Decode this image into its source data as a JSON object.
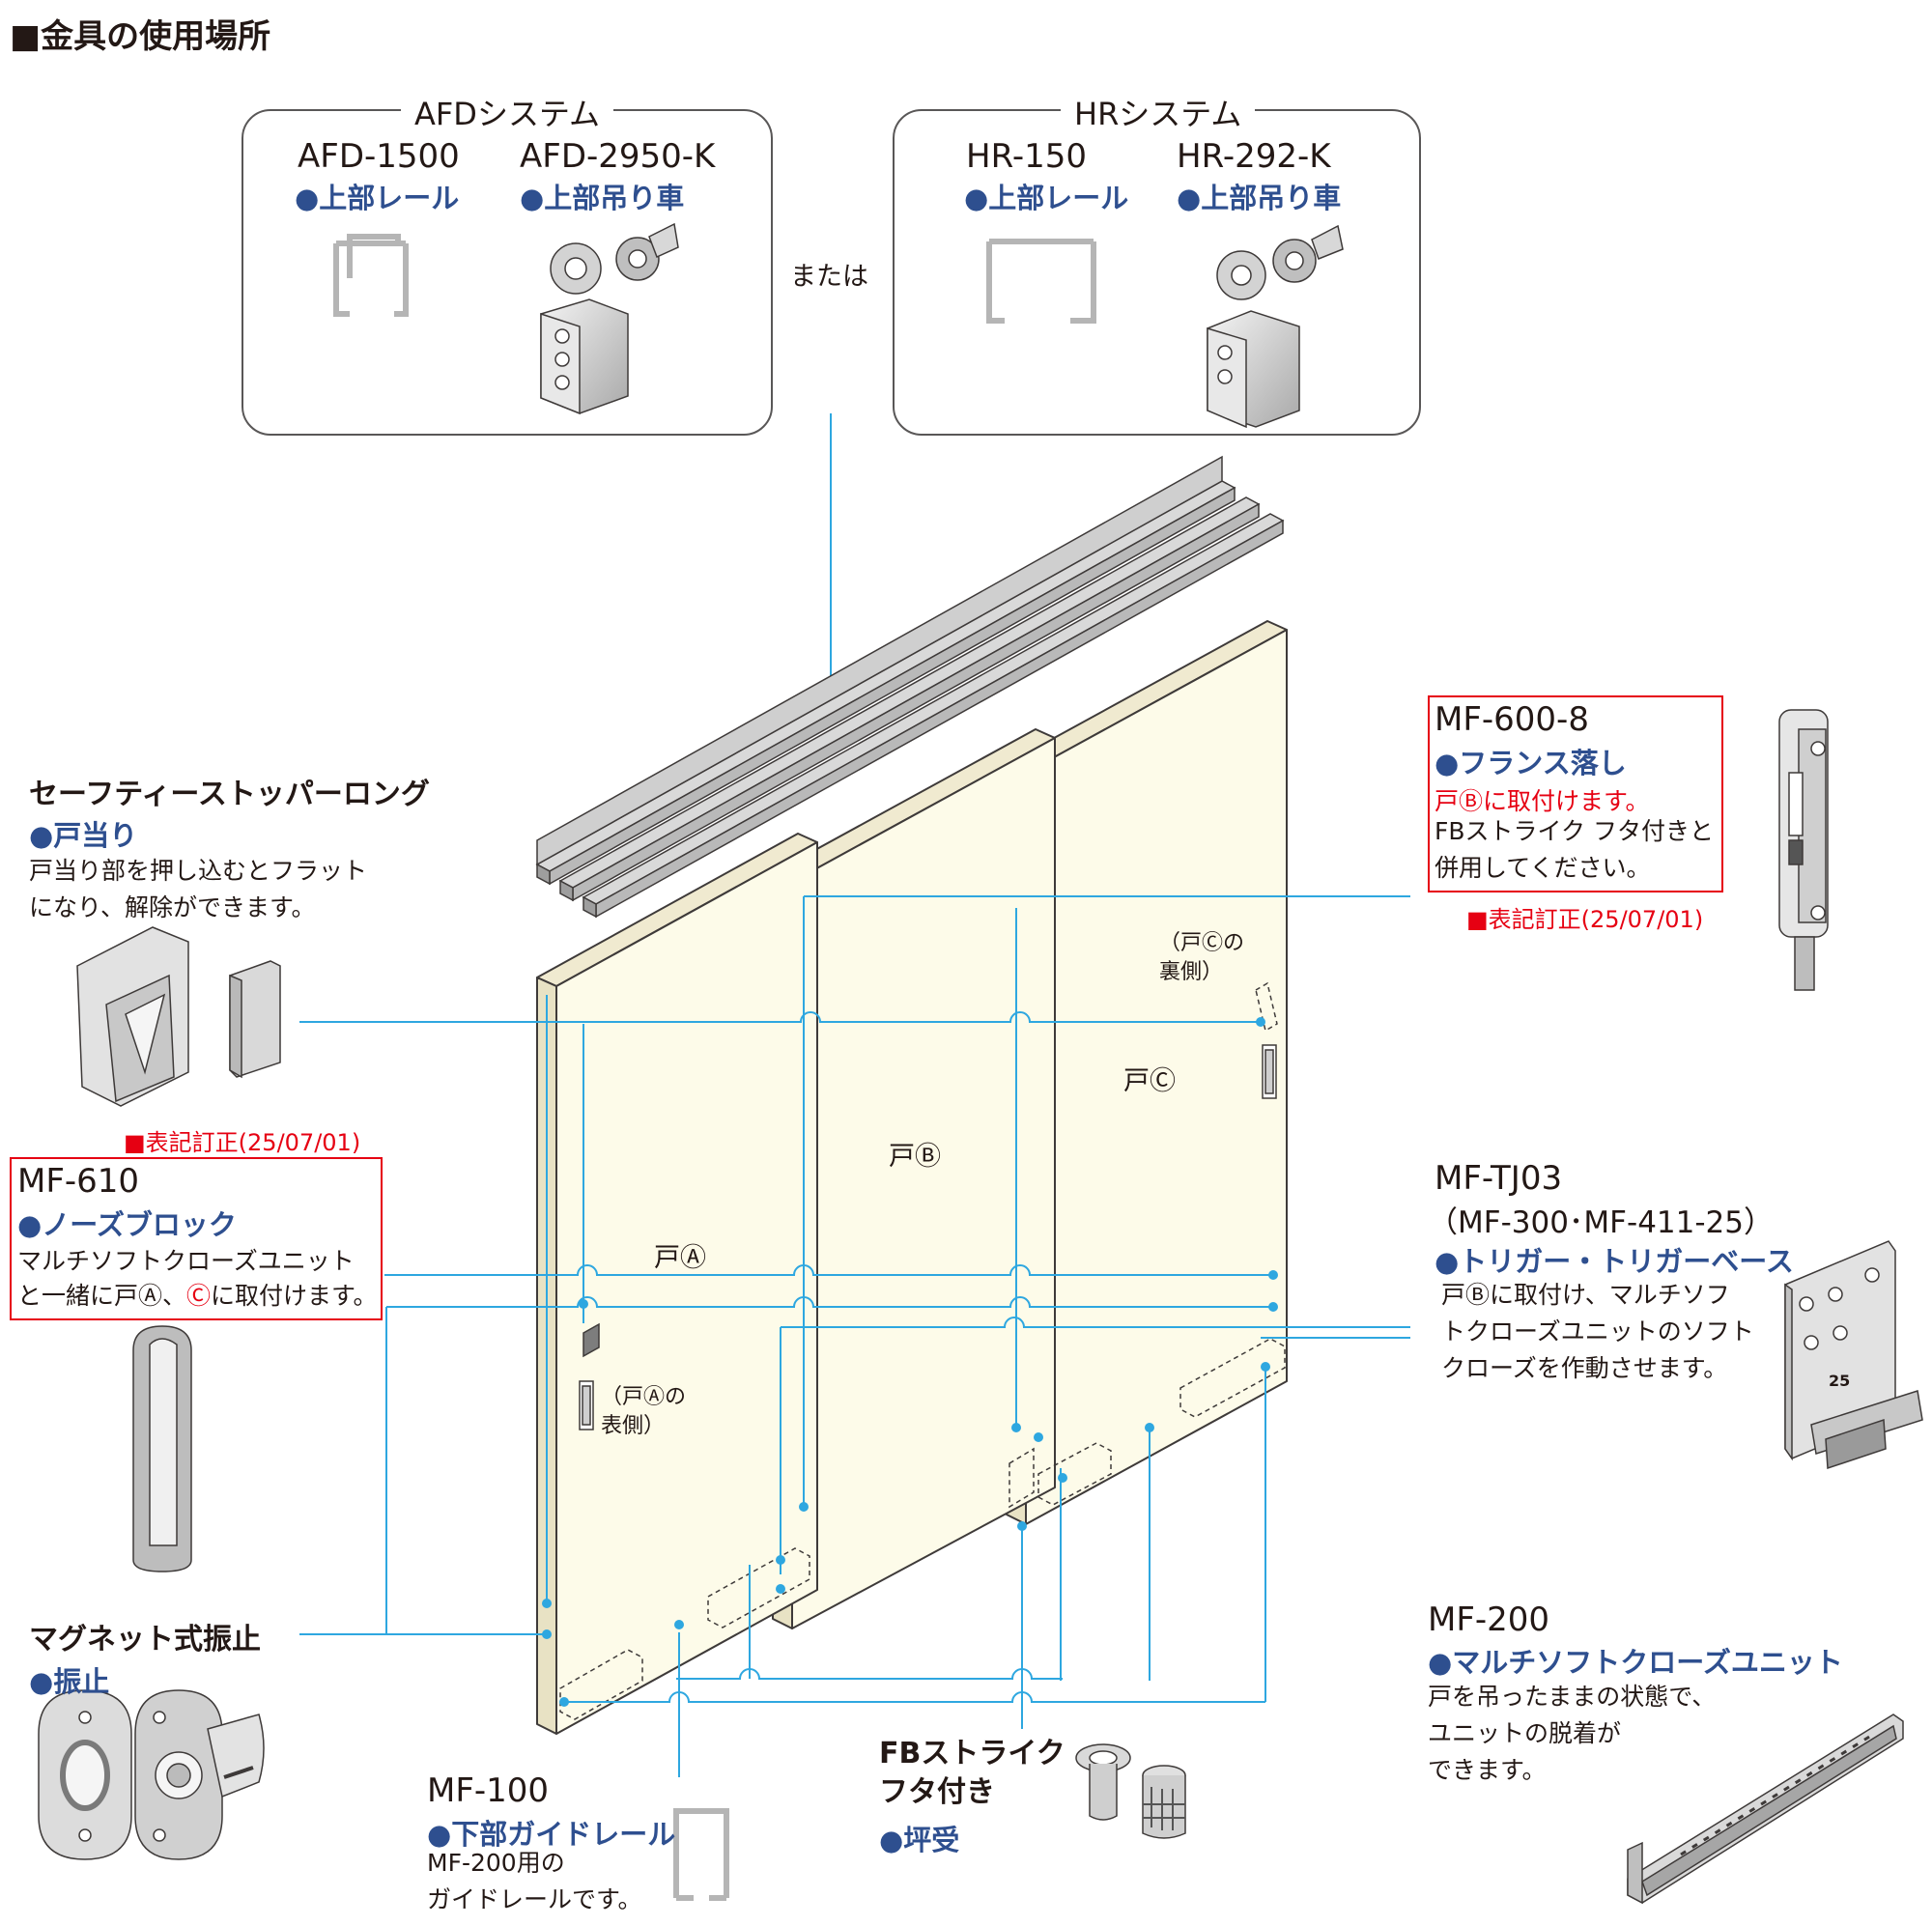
{
  "title": "■金具の使用場所",
  "afd_system": {
    "label": "AFDシステム",
    "item1": {
      "model": "AFD-1500",
      "cat": "●上部レール"
    },
    "item2": {
      "model": "AFD-2950-K",
      "cat": "●上部吊り車"
    }
  },
  "or_text": "または",
  "hr_system": {
    "label": "HRシステム",
    "item1": {
      "model": "HR-150",
      "cat": "●上部レール"
    },
    "item2": {
      "model": "HR-292-K",
      "cat": "●上部吊り車"
    }
  },
  "safety_stopper": {
    "heading": "セーフティーストッパーロング",
    "cat": "●戸当り",
    "desc": "戸当り部を押し込むとフラット\nになり、解除ができます。"
  },
  "correction1": "■表記訂正(25/07/01)",
  "mf610": {
    "model": "MF-610",
    "cat": "●ノーズブロック",
    "desc1": "マルチソフトクローズユニット",
    "desc2a": "と一緒に戸Ⓐ、",
    "desc2b": "Ⓒ",
    "desc2c": "に取付けます。"
  },
  "magnet": {
    "heading": "マグネット式振止",
    "cat": "●振止"
  },
  "mf100": {
    "model": "MF-100",
    "cat": "●下部ガイドレール",
    "desc": "MF-200用の\nガイドレールです。"
  },
  "fb_strike": {
    "heading": "FBストライク\nフタ付き",
    "cat": "●坪受"
  },
  "mf600": {
    "model": "MF-600-8",
    "cat": "●フランス落し",
    "desc_red": "戸Ⓑに取付けます。",
    "desc": "FBストライク フタ付きと\n併用してください。"
  },
  "correction2": "■表記訂正(25/07/01)",
  "mftj03": {
    "model": "MF-TJ03",
    "sub": "（MF-300･MF-411-25）",
    "cat": "●トリガー・トリガーベース",
    "desc": "戸Ⓑに取付け、マルチソフ\nトクローズユニットのソフト\nクローズを作動させます。",
    "part_number": "25"
  },
  "mf200": {
    "model": "MF-200",
    "cat": "●マルチソフトクローズユニット",
    "desc": "戸を吊ったままの状態で、\nユニットの脱着が\nできます。"
  },
  "doors": {
    "a": "戸Ⓐ",
    "b": "戸Ⓑ",
    "c": "戸Ⓒ"
  },
  "door_notes": {
    "c_back": "（戸Ⓒの\n裏側）",
    "a_front": "（戸Ⓐの\n表側）"
  },
  "colors": {
    "door": "#fdfbe9",
    "line": "#2ea7e0",
    "category": "#2e4f8f",
    "correction": "#e60012"
  }
}
